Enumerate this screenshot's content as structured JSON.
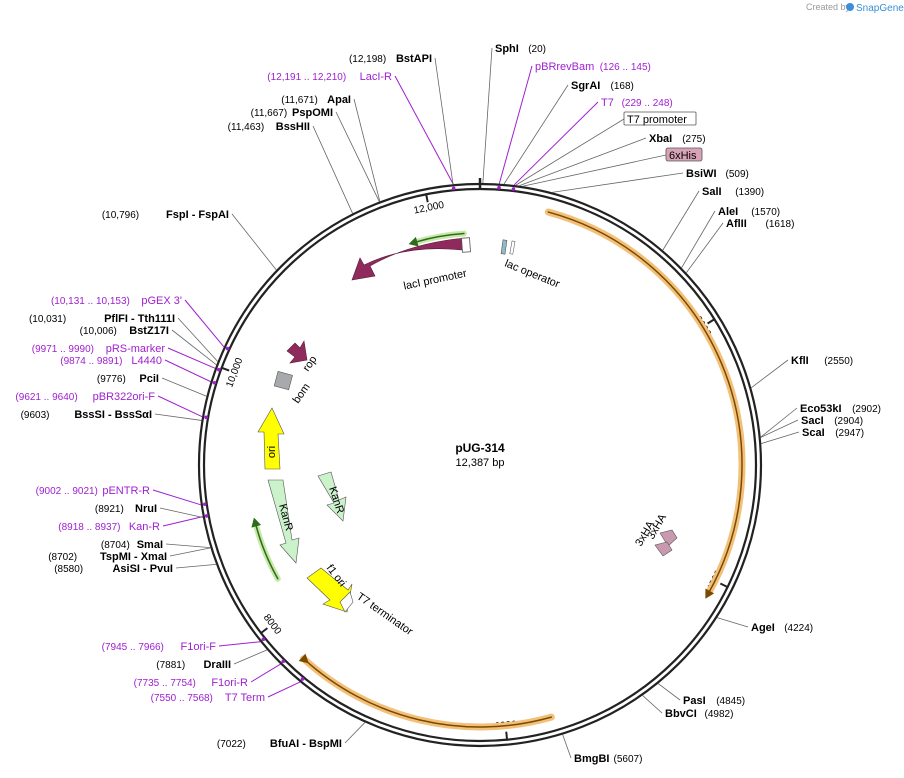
{
  "credit": {
    "prefix": "Created by",
    "brand": "SnapGene"
  },
  "plasmid": {
    "name": "pUG-314",
    "size_label": "12,387 bp",
    "length": 12387
  },
  "ticks": [
    {
      "label": "12,000",
      "bp": 12000
    },
    {
      "label": "2000",
      "bp": 2000
    },
    {
      "label": "4000",
      "bp": 4000
    },
    {
      "label": "6000",
      "bp": 6000
    },
    {
      "label": "8000",
      "bp": 8000
    },
    {
      "label": "10,000",
      "bp": 10000
    }
  ],
  "sites": [
    {
      "name": "SphI",
      "pos": "(20)",
      "bp": 20,
      "kind": "enzyme"
    },
    {
      "name": "pBRrevBam",
      "pos": "(126 .. 145)",
      "bp": 135,
      "kind": "primer"
    },
    {
      "name": "SgrAI",
      "pos": "(168)",
      "bp": 168,
      "kind": "enzyme"
    },
    {
      "name": "T7",
      "pos": "(229 .. 248)",
      "bp": 238,
      "kind": "primer"
    },
    {
      "name": "T7 promoter",
      "pos": "",
      "bp": 250,
      "kind": "boxed"
    },
    {
      "name": "XbaI",
      "pos": "(275)",
      "bp": 275,
      "kind": "enzyme"
    },
    {
      "name": "6xHis",
      "pos": "",
      "bp": 300,
      "kind": "his"
    },
    {
      "name": "BsiWI",
      "pos": "(509)",
      "bp": 509,
      "kind": "enzyme"
    },
    {
      "name": "SalI",
      "pos": "(1390)",
      "bp": 1390,
      "kind": "enzyme"
    },
    {
      "name": "AleI",
      "pos": "(1570)",
      "bp": 1570,
      "kind": "enzyme"
    },
    {
      "name": "AflII",
      "pos": "(1618)",
      "bp": 1618,
      "kind": "enzyme"
    },
    {
      "name": "KflI",
      "pos": "(2550)",
      "bp": 2550,
      "kind": "enzyme"
    },
    {
      "name": "Eco53kI",
      "pos": "(2902)",
      "bp": 2902,
      "kind": "enzyme"
    },
    {
      "name": "SacI",
      "pos": "(2904)",
      "bp": 2904,
      "kind": "enzyme"
    },
    {
      "name": "ScaI",
      "pos": "(2947)",
      "bp": 2947,
      "kind": "enzyme"
    },
    {
      "name": "AgeI",
      "pos": "(4224)",
      "bp": 4224,
      "kind": "enzyme"
    },
    {
      "name": "PasI",
      "pos": "(4845)",
      "bp": 4845,
      "kind": "enzyme"
    },
    {
      "name": "BbvCI",
      "pos": "(4982)",
      "bp": 4982,
      "kind": "enzyme"
    },
    {
      "name": "BmgBI",
      "pos": "(5607)",
      "bp": 5607,
      "kind": "enzyme"
    },
    {
      "name": "BfuAI  - BspMI",
      "pos": "(7022)",
      "bp": 7022,
      "kind": "enzyme"
    },
    {
      "name": "T7 Term",
      "pos": "(7550 .. 7568)",
      "bp": 7559,
      "kind": "primer"
    },
    {
      "name": "F1ori-R",
      "pos": "(7735 .. 7754)",
      "bp": 7744,
      "kind": "primer"
    },
    {
      "name": "DraIII",
      "pos": "(7881)",
      "bp": 7881,
      "kind": "enzyme"
    },
    {
      "name": "F1ori-F",
      "pos": "(7945 .. 7966)",
      "bp": 7955,
      "kind": "primer"
    },
    {
      "name": "AsiSI  - PvuI",
      "pos": "(8580)",
      "bp": 8580,
      "kind": "enzyme"
    },
    {
      "name": "TspMI  - XmaI",
      "pos": "(8702)",
      "bp": 8702,
      "kind": "enzyme"
    },
    {
      "name": "SmaI",
      "pos": "(8704)",
      "bp": 8704,
      "kind": "enzyme"
    },
    {
      "name": "Kan-R",
      "pos": "(8918 .. 8937)",
      "bp": 8927,
      "kind": "primer"
    },
    {
      "name": "NruI",
      "pos": "(8921)",
      "bp": 8921,
      "kind": "enzyme"
    },
    {
      "name": "pENTR-R",
      "pos": "(9002 .. 9021)",
      "bp": 9011,
      "kind": "primer"
    },
    {
      "name": "BssSI  - BssSαI",
      "pos": "(9603)",
      "bp": 9603,
      "kind": "enzyme"
    },
    {
      "name": "pBR322ori-F",
      "pos": "(9621 .. 9640)",
      "bp": 9630,
      "kind": "primer"
    },
    {
      "name": "PciI",
      "pos": "(9776)",
      "bp": 9776,
      "kind": "enzyme"
    },
    {
      "name": "L4440",
      "pos": "(9874 .. 9891)",
      "bp": 9882,
      "kind": "primer"
    },
    {
      "name": "pRS-marker",
      "pos": "(9971 .. 9990)",
      "bp": 9980,
      "kind": "primer"
    },
    {
      "name": "BstZ17I",
      "pos": "(10,006)",
      "bp": 10006,
      "kind": "enzyme"
    },
    {
      "name": "PflFI  - Tth111I",
      "pos": "(10,031)",
      "bp": 10031,
      "kind": "enzyme"
    },
    {
      "name": "pGEX 3'",
      "pos": "(10,131 .. 10,153)",
      "bp": 10142,
      "kind": "primer"
    },
    {
      "name": "FspI  - FspAI",
      "pos": "(10,796)",
      "bp": 10796,
      "kind": "enzyme"
    },
    {
      "name": "BssHII",
      "pos": "(11,463)",
      "bp": 11463,
      "kind": "enzyme"
    },
    {
      "name": "PspOMI",
      "pos": "(11,667)",
      "bp": 11667,
      "kind": "enzyme"
    },
    {
      "name": "ApaI",
      "pos": "(11,671)",
      "bp": 11671,
      "kind": "enzyme"
    },
    {
      "name": "LacI-R",
      "pos": "(12,191 .. 12,210)",
      "bp": 12200,
      "kind": "primer"
    },
    {
      "name": "BstAPI",
      "pos": "(12,198)",
      "bp": 12198,
      "kind": "enzyme"
    }
  ],
  "features": [
    {
      "name": "lacI",
      "color": "#8e2b5c"
    },
    {
      "name": "lacI promoter",
      "color": "#ffffff"
    },
    {
      "name": "lac operator",
      "color": "#93b8c8"
    },
    {
      "name": "rop",
      "color": "#8e2b5c"
    },
    {
      "name": "bom",
      "color": "#a7a9ac"
    },
    {
      "name": "ori",
      "color": "#ffff00"
    },
    {
      "name": "KanR",
      "color": "#ccf2cc"
    },
    {
      "name": "KanR",
      "color": "#ccf2cc"
    },
    {
      "name": "f1 ori",
      "color": "#ffff00"
    },
    {
      "name": "T7 terminator",
      "color": "#ffffff"
    },
    {
      "name": "3xHA",
      "color": "#c99aaf"
    },
    {
      "name": "3xHA",
      "color": "#c99aaf"
    }
  ],
  "colors": {
    "backbone": "#222222",
    "primer": "#a020d0",
    "orange_arc": "#f3c07a",
    "green_arc": "#c6e8a8"
  }
}
